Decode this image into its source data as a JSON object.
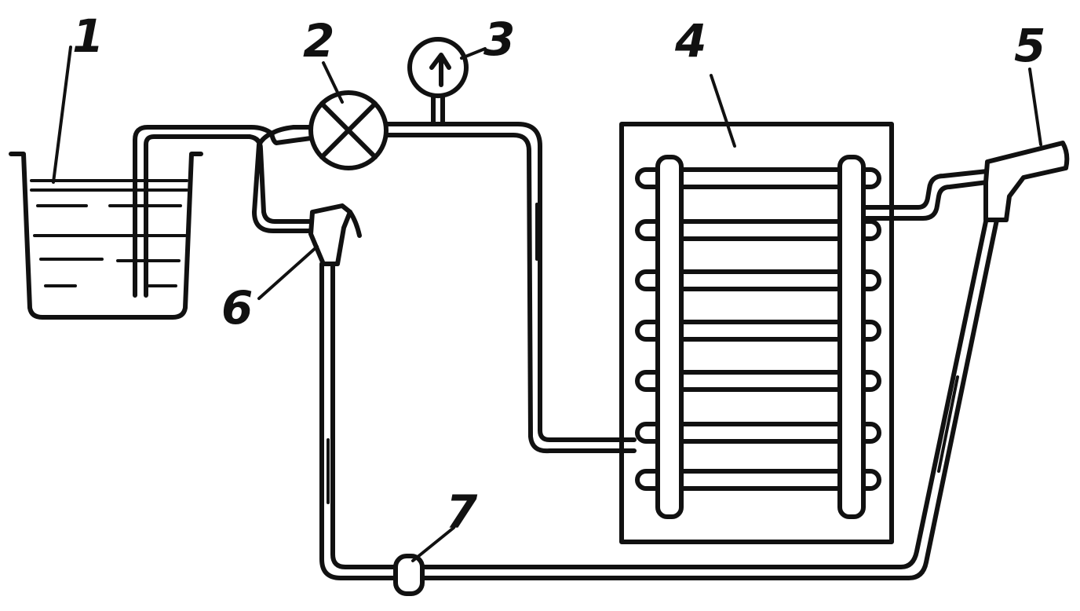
{
  "labels": {
    "tank": "1",
    "pump": "2",
    "pressure_gauge": "3",
    "heat_exchanger": "4",
    "spray_gun": "5",
    "valve": "6",
    "filter": "7"
  }
}
